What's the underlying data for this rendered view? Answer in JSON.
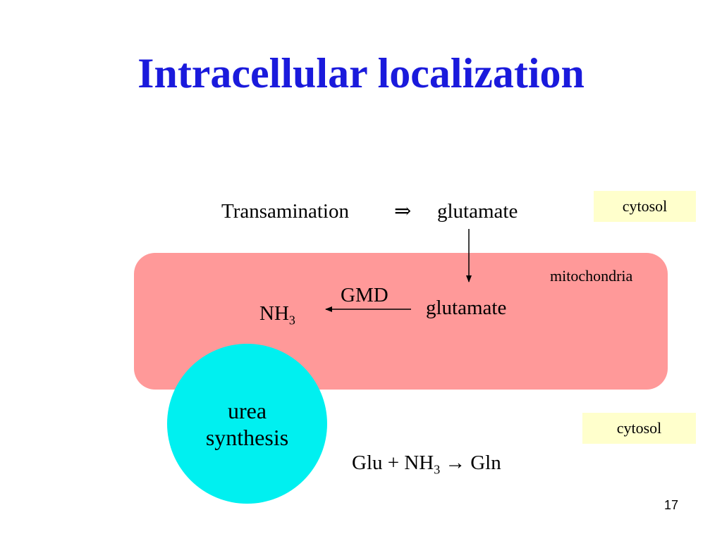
{
  "slide": {
    "title": "Intracellular localization",
    "page_number": "17"
  },
  "top_reaction": {
    "left": "Transamination",
    "implies_symbol": "⇒",
    "right": "glutamate"
  },
  "tags": {
    "cytosol_top": "cytosol",
    "mitochondria": "mitochondria",
    "cytosol_bottom": "cytosol"
  },
  "mito_reaction": {
    "enzyme": "GMD",
    "substrate": "glutamate",
    "product_main": "NH",
    "product_subscript": "3"
  },
  "urea": {
    "line1": "urea",
    "line2": "synthesis"
  },
  "gln_reaction": {
    "left": "Glu + NH",
    "subscript": "3",
    "arrow": "→",
    "right": "Gln"
  },
  "colors": {
    "title": "#1a1adc",
    "mitochondria_fill": "#ff9999",
    "urea_fill": "#00f0f0",
    "cytosol_fill": "#ffffcc"
  }
}
